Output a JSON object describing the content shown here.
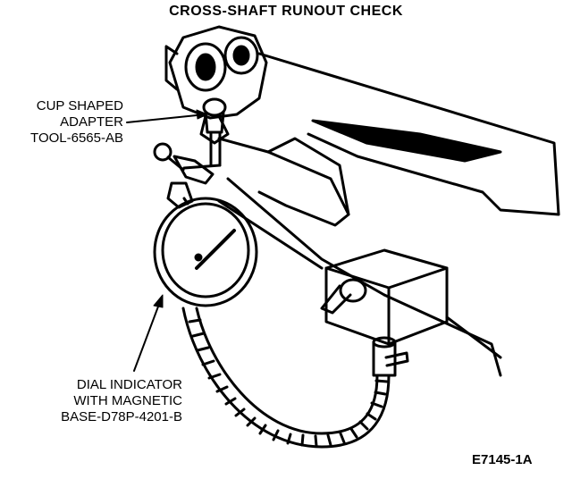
{
  "title": "CROSS-SHAFT RUNOUT CHECK",
  "labels": {
    "cup_adapter": [
      "CUP SHAPED",
      "ADAPTER",
      "TOOL-6565-AB"
    ],
    "dial_indicator": [
      "DIAL INDICATOR",
      "WITH MAGNETIC",
      "BASE-D78P-4201-B"
    ]
  },
  "figure_number": "E7145-1A"
}
